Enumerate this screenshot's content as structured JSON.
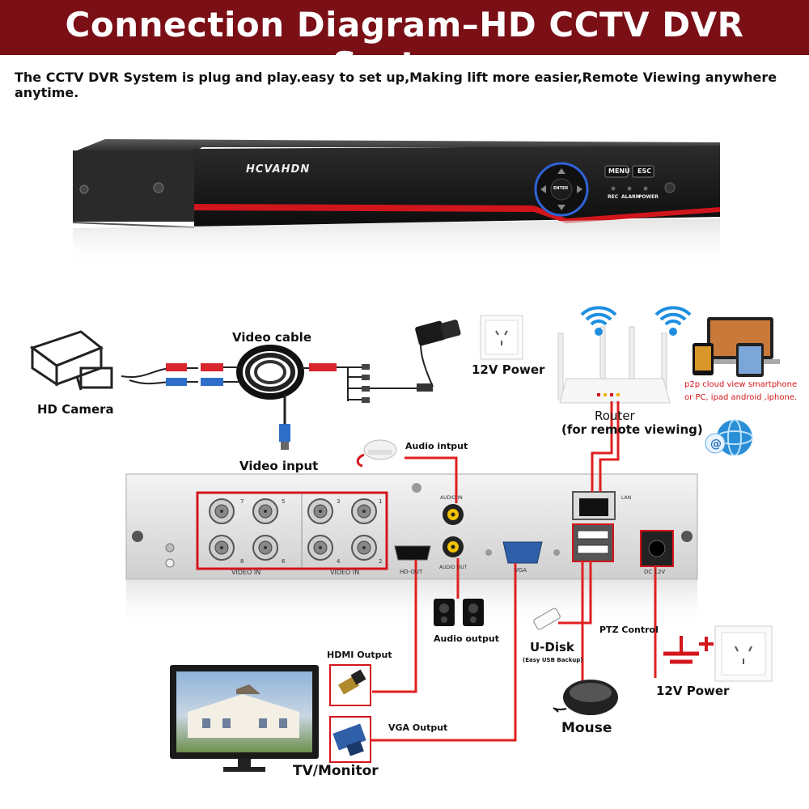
{
  "header": {
    "title": "Connection Diagram–HD CCTV DVR System",
    "subtitle": "The CCTV DVR System is plug and play.easy to set up,Making lift more easier,Remote Viewing anywhere anytime."
  },
  "dvr_front": {
    "brand": "HCVAHDN",
    "buttons": [
      "MENU",
      "ESC"
    ],
    "indicators": [
      "REC",
      "ALARM",
      "POWER"
    ],
    "center_button": "ENTER"
  },
  "labels": {
    "hd_camera": "HD Camera",
    "video_cable": "Video cable",
    "video_input": "Video input",
    "power_top": "12V Power",
    "router": "Router",
    "router_note": "(for remote viewing)",
    "p2p_line1": "p2p cloud  view smartphone",
    "p2p_line2": "or PC, ipad android ,iphone.",
    "audio_input": "Audio intput",
    "audio_output": "Audio output",
    "hdmi_output": "HDMI Output",
    "vga_output": "VGA Output",
    "tv_monitor": "TV/Monitor",
    "udisk": "U-Disk",
    "udisk_note": "(Easy USB Backup)",
    "ptz_control": "PTZ Control",
    "mouse": "Mouse",
    "power_bottom": "12V Power"
  },
  "back_panel": {
    "video_in_label": "VIDEO IN",
    "port_numbers_left": [
      "7",
      "5",
      "8",
      "6"
    ],
    "port_numbers_right": [
      "3",
      "1",
      "4",
      "2"
    ],
    "audio_in": "AUDIO IN",
    "audio_out": "AUDIO OUT",
    "hd_out": "HD-OUT",
    "vga": "VGA",
    "lan": "LAN",
    "dc": "DC 12V"
  },
  "colors": {
    "banner": "#7a0f16",
    "accent_red": "#d4151c",
    "cable_red": "#e02020"
  }
}
